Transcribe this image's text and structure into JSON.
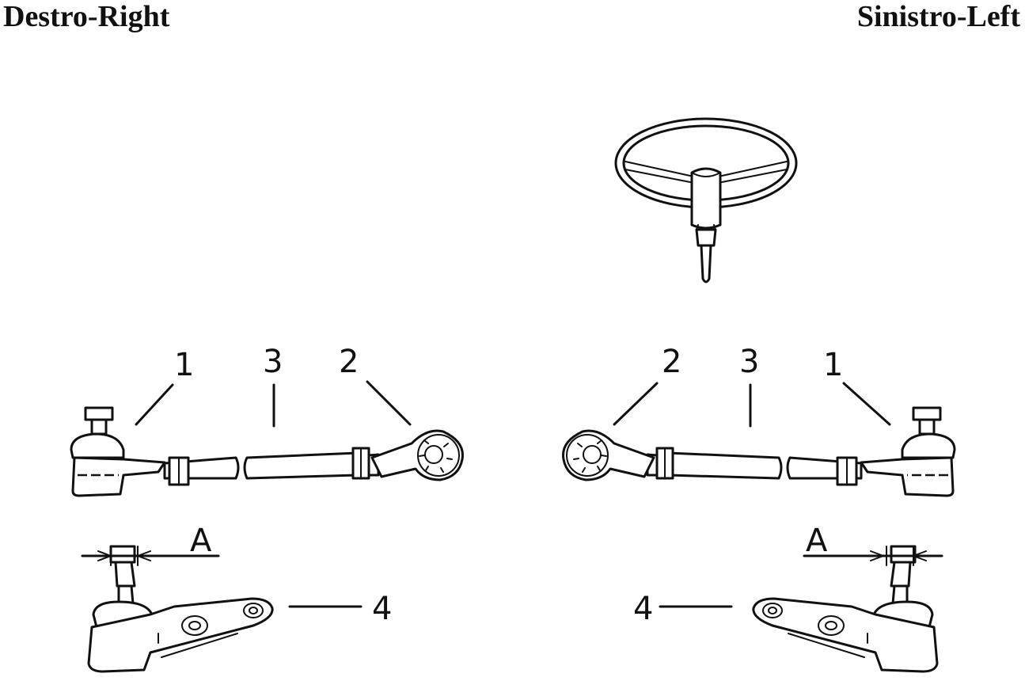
{
  "headers": {
    "right_side": "Destro-Right",
    "left_side": "Sinistro-Left"
  },
  "callouts": {
    "right": {
      "c1": "1",
      "c2": "2",
      "c3": "3",
      "c4": "4",
      "dim": "A"
    },
    "left": {
      "c1": "1",
      "c2": "2",
      "c3": "3",
      "c4": "4",
      "dim": "A"
    }
  },
  "colors": {
    "ink": "#111111",
    "paper": "#ffffff"
  }
}
